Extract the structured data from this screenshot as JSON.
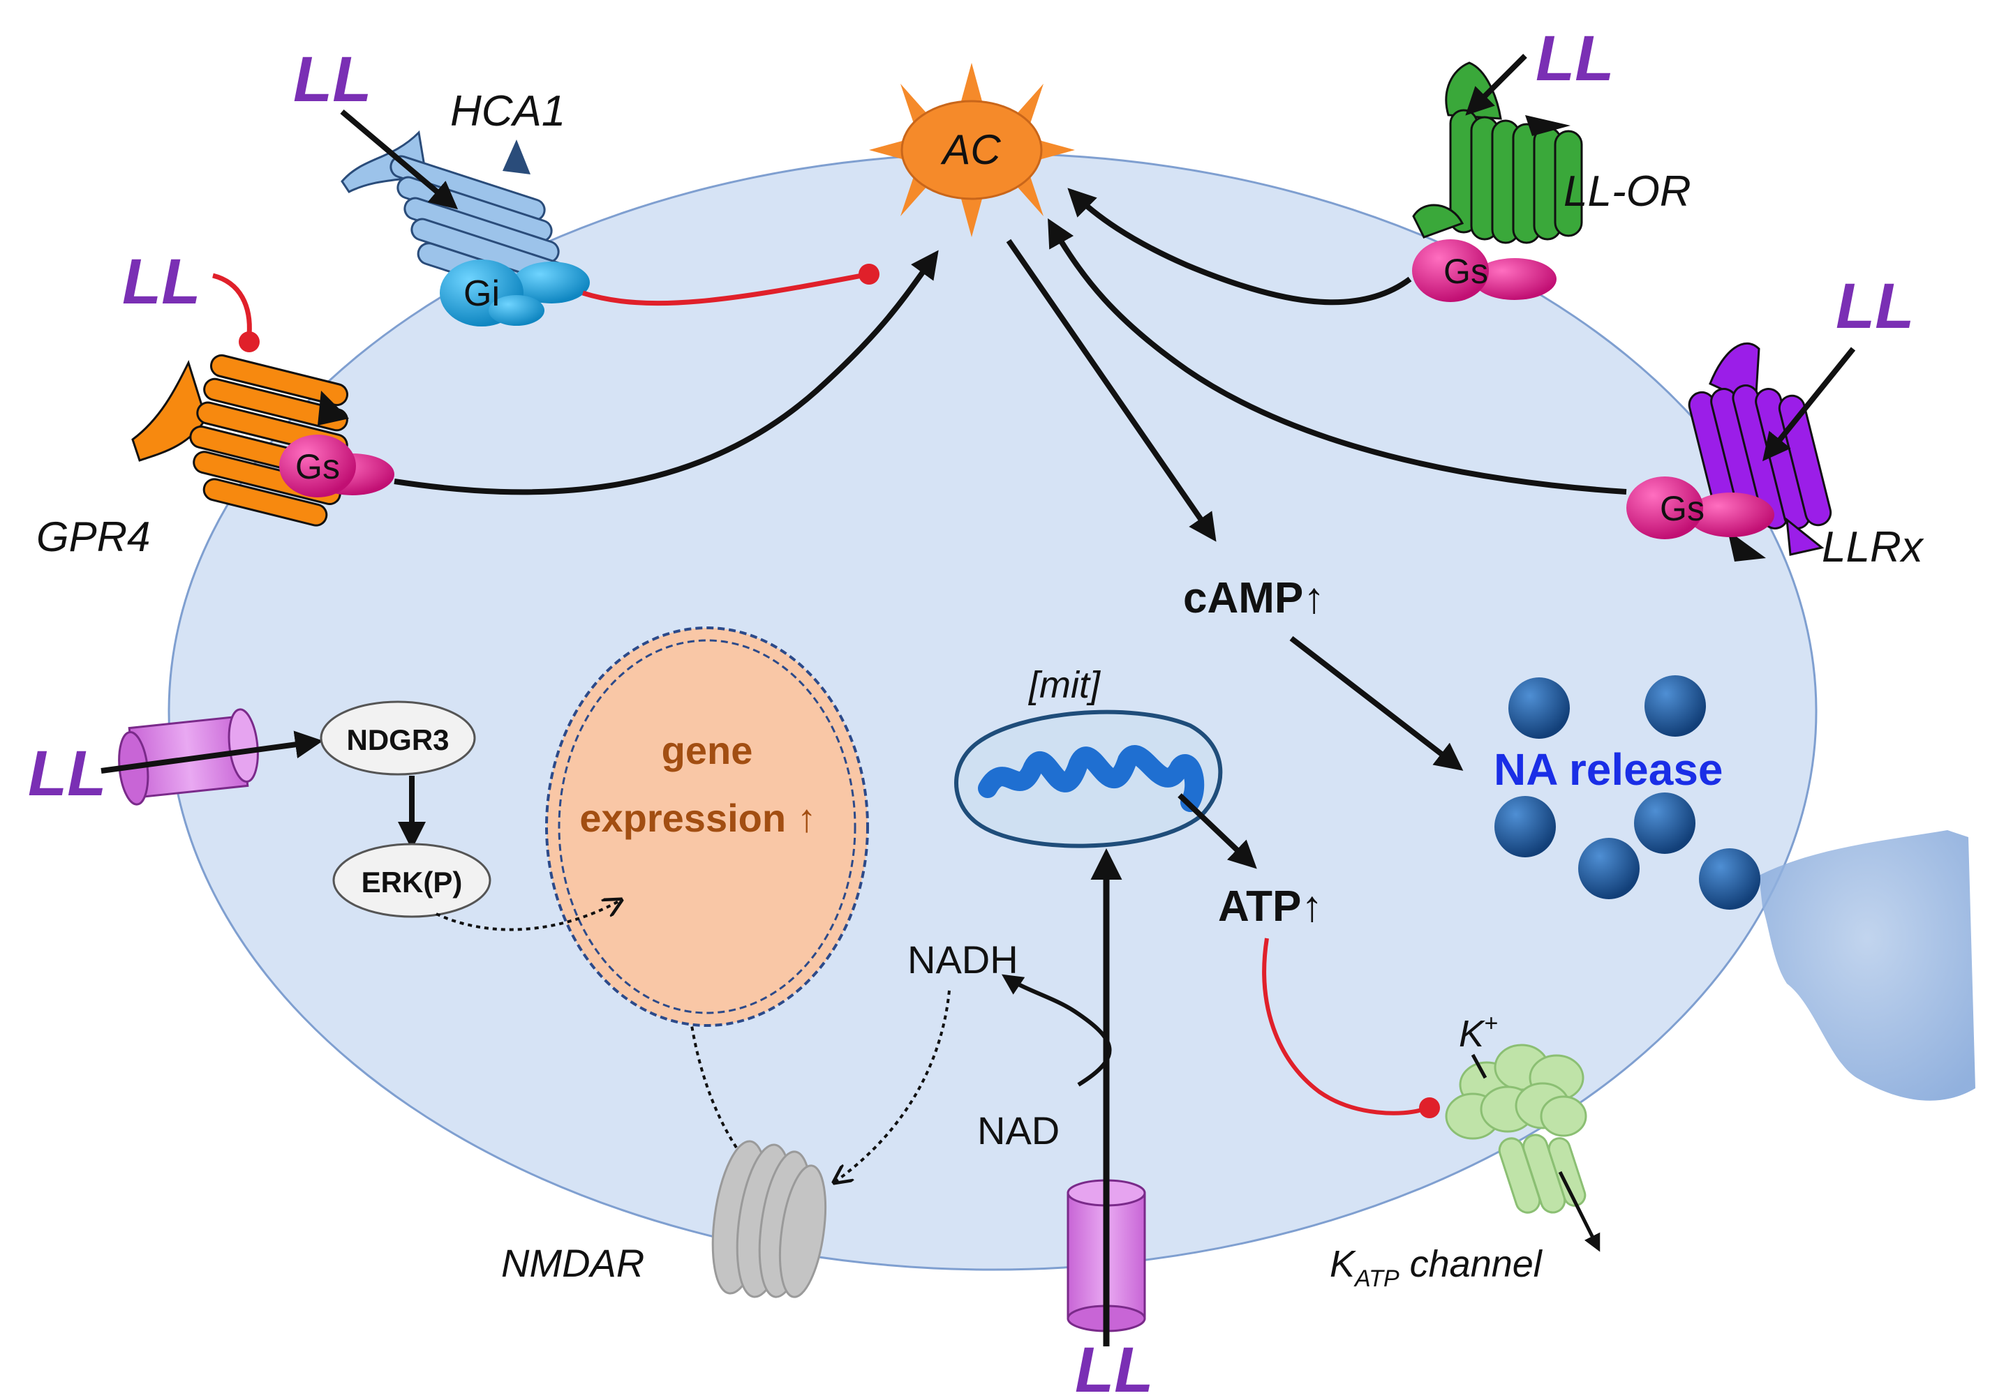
{
  "labels": {
    "ac": "AC",
    "hca1": "HCA1",
    "gpr4": "GPR4",
    "ll_or": "LL-OR",
    "llrx": "LLRx",
    "gi": "Gi",
    "gs": "Gs",
    "camp": "cAMP↑",
    "na_release": "NA release",
    "mit": "[mit]",
    "atp": "ATP↑",
    "nadh": "NADH",
    "nad": "NAD",
    "nmdar": "NMDAR",
    "ndgr3": "NDGR3",
    "erk": "ERK(P)",
    "gene_line1": "gene",
    "gene_line2": "expression ↑",
    "k_plus": "K",
    "k_plus_sup": "+",
    "katp_k": "K",
    "katp_sub": "ATP",
    "katp_channel": " channel",
    "ll": "LL"
  },
  "colors": {
    "cell": "#d6e3f5",
    "cell_border": "#7f9fd0",
    "ac": "#f58a2a",
    "hca1": "#9cc3ea",
    "gpr4": "#f7890f",
    "ll_or": "#3aa83a",
    "llrx": "#9b1ee8",
    "gs": "#e31c8e",
    "gi": "#19a7e0",
    "inhibit": "#e0202a",
    "ll_text": "#7a2fb4",
    "vesicle": "#1f5a9c",
    "na_text": "#1a2ee6",
    "nucleus": "#f9c7a6",
    "gene_text": "#a24e12",
    "channel_pink": "#d27ee3",
    "nmdar": "#bdbdbd",
    "katp": "#bfe3a8"
  }
}
